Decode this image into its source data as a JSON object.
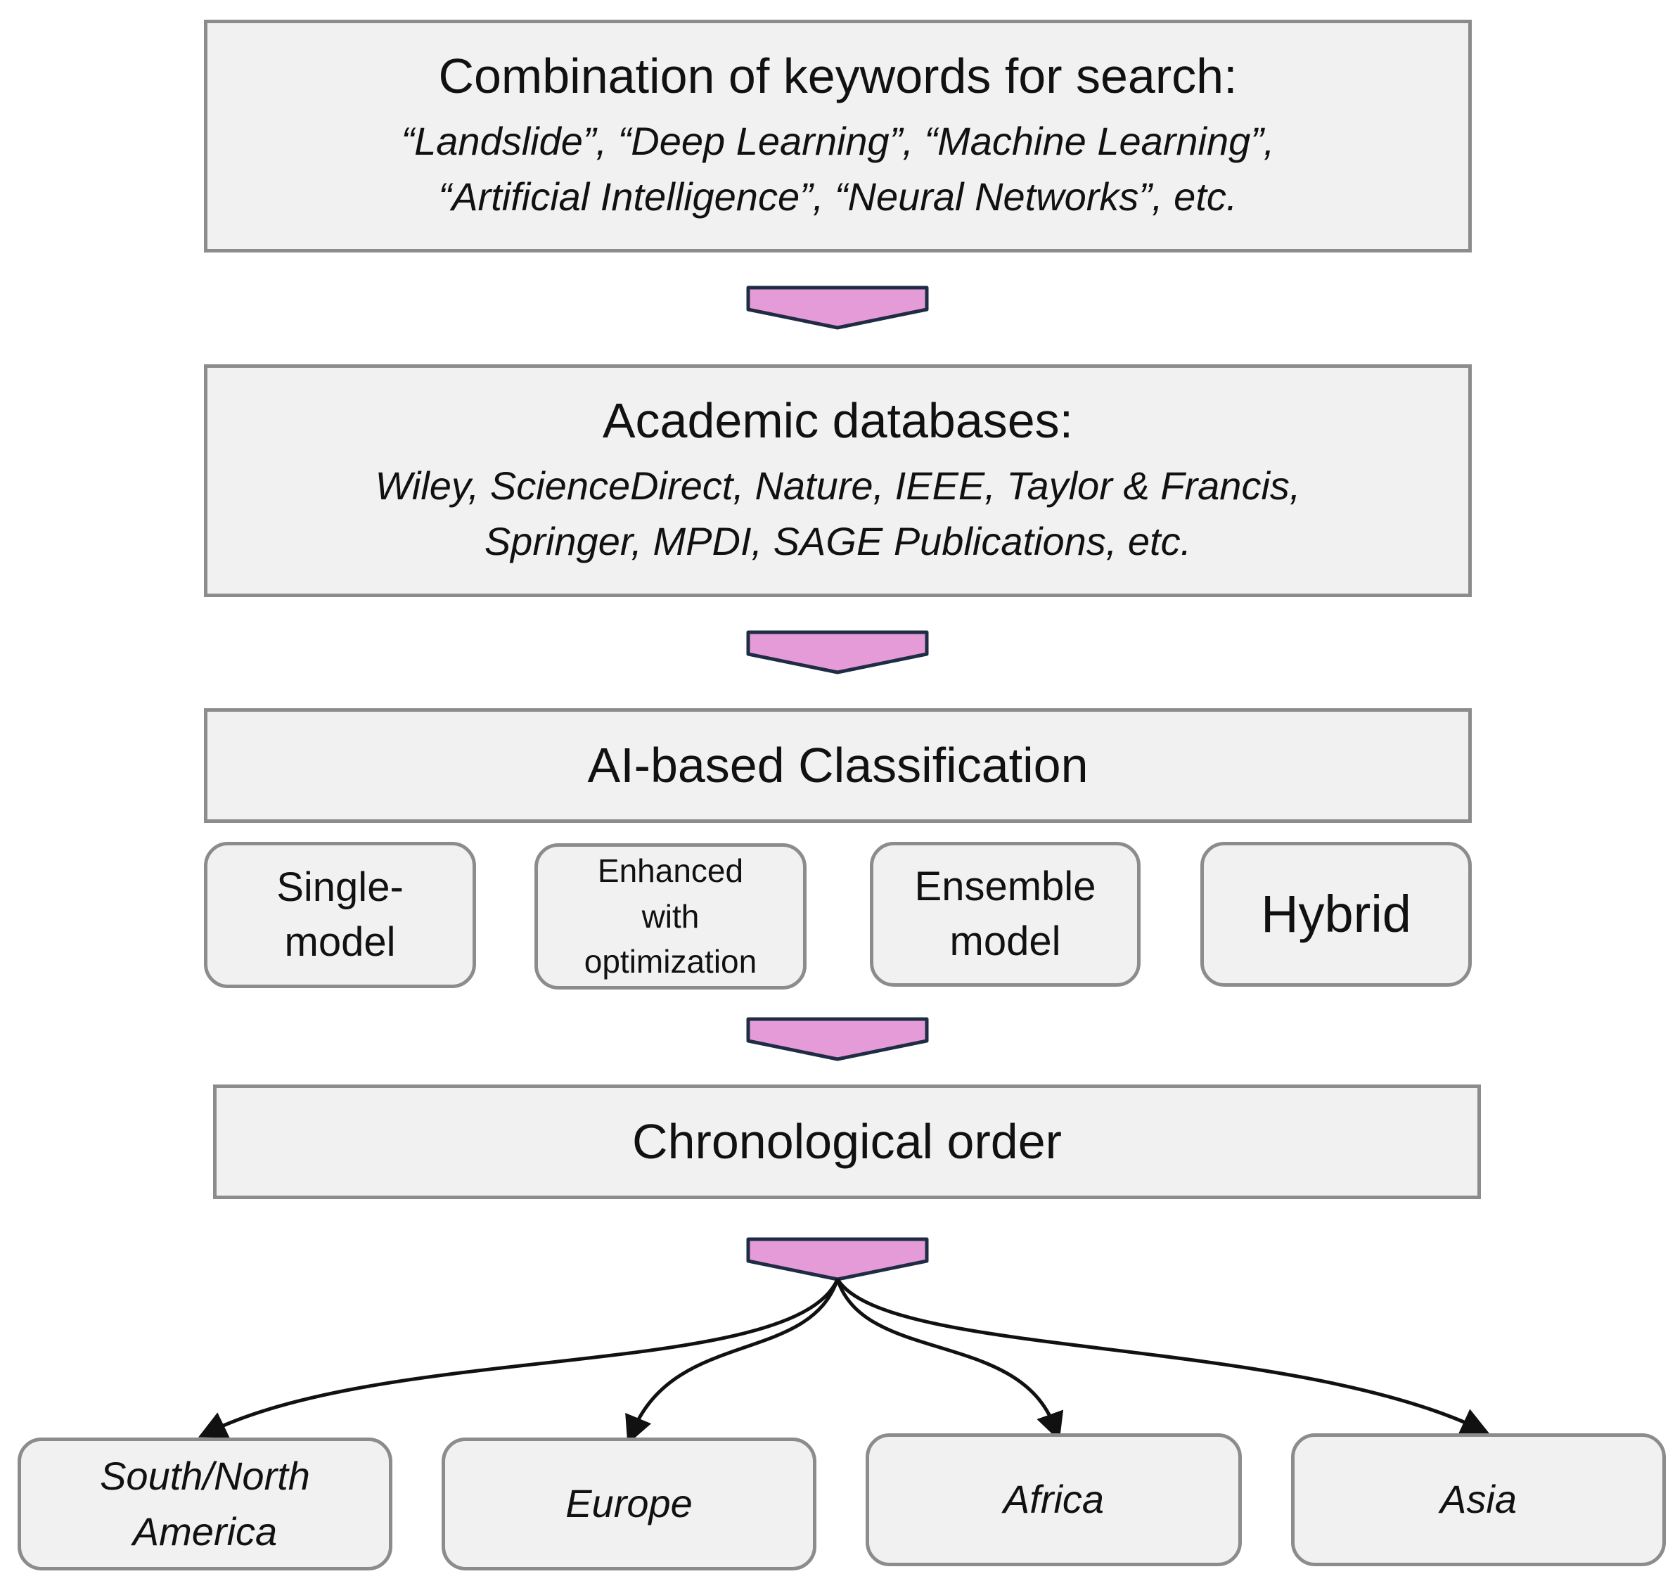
{
  "keywords_box": {
    "title": "Combination of keywords for search:",
    "line1": "“Landslide”, “Deep Learning”, “Machine Learning”,",
    "line2": "“Artificial Intelligence”, “Neural Networks”, etc."
  },
  "databases_box": {
    "title": "Academic databases:",
    "line1": "Wiley, ScienceDirect, Nature, IEEE, Taylor & Francis,",
    "line2": "Springer, MPDI, SAGE Publications, etc."
  },
  "classification_box": {
    "title": "AI-based Classification"
  },
  "models": {
    "single": {
      "line1": "Single-",
      "line2": "model"
    },
    "enhanced": {
      "line1": "Enhanced",
      "line2": "with",
      "line3": "optimization"
    },
    "ensemble": {
      "line1": "Ensemble",
      "line2": "model"
    },
    "hybrid": {
      "line1": "Hybrid"
    }
  },
  "chronological_box": {
    "title": "Chronological order"
  },
  "regions": {
    "americas": {
      "line1": "South/North",
      "line2": "America"
    },
    "europe": {
      "line1": "Europe"
    },
    "africa": {
      "line1": "Africa"
    },
    "asia": {
      "line1": "Asia"
    }
  },
  "colors": {
    "arrow_fill": "#e59bd8",
    "arrow_stroke": "#1f2d44",
    "box_fill": "#f1f1f1",
    "box_border": "#8c8c8c"
  }
}
